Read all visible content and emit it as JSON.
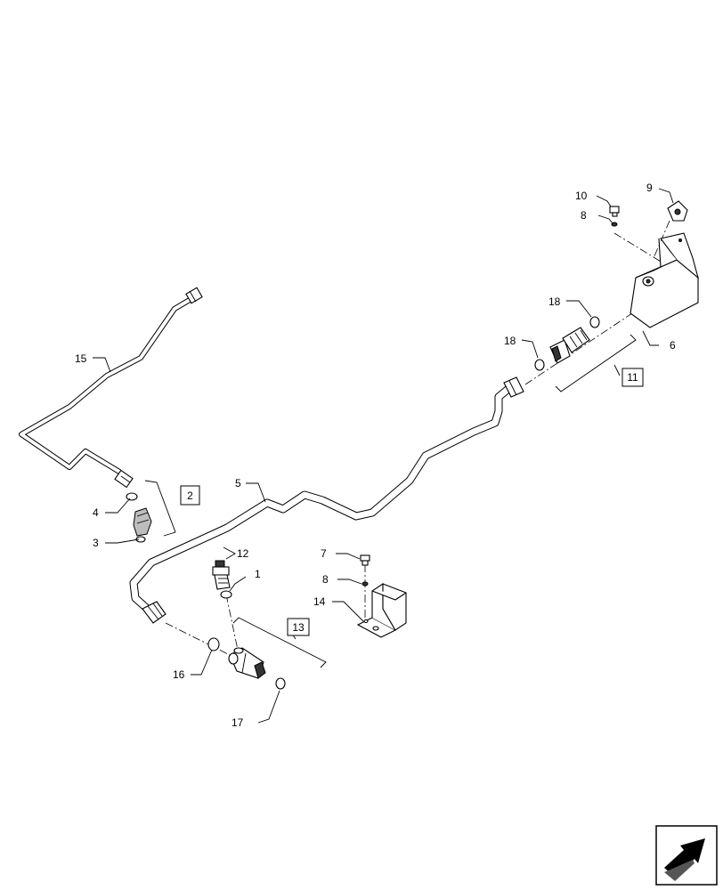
{
  "callouts": {
    "c1": "1",
    "c3": "3",
    "c4": "4",
    "c5": "5",
    "c6": "6",
    "c7": "7",
    "c8a": "8",
    "c8b": "8",
    "c9": "9",
    "c10": "10",
    "c12": "12",
    "c14": "14",
    "c15": "15",
    "c16": "16",
    "c17": "17",
    "c18a": "18",
    "c18b": "18"
  },
  "assemblies": {
    "a2": "2",
    "a11": "11",
    "a13": "13"
  },
  "icons": {
    "navigation": "next-page-arrow-icon"
  }
}
